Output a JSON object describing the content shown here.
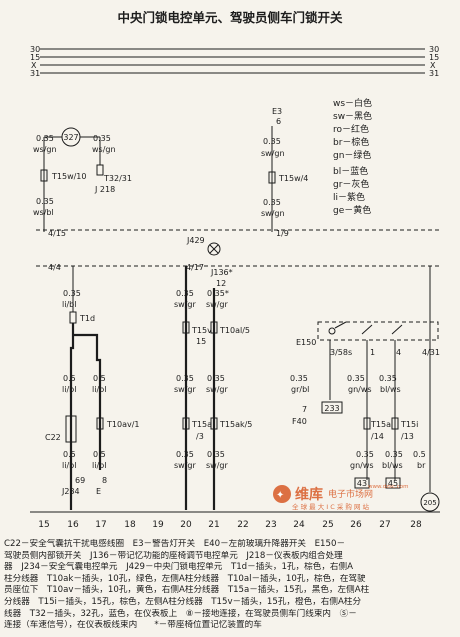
{
  "title": "中央门锁电控单元、驾驶员侧车门锁开关",
  "bus_labels": [
    "30",
    "15",
    "X",
    "31"
  ],
  "colors": {
    "ws": "ws－白色",
    "sw": "sw－黑色",
    "ro": "ro－红色",
    "br": "br－棕色",
    "gn": "gn－绿色",
    "bl": "bl－蓝色",
    "gr": "gr－灰色",
    "li": "li－紫色",
    "ge": "ge－黄色"
  },
  "labels": {
    "c327": "327",
    "w035a": "0.35",
    "wsgn_a": "ws/gn",
    "w035b": "0.35",
    "wsgn_b": "ws/gn",
    "t15w10": "T15w/10",
    "t32_31": "T32/31",
    "j218": "J 218",
    "w035c": "0.35",
    "wsbl": "ws/bl",
    "pin415": "4/15",
    "e3": "E3",
    "e3_6": "6",
    "e3_035": "0.35",
    "e3_swgn": "sw/gn",
    "t15w4": "T15w/4",
    "e3_035b": "0.35",
    "e3_swgn_b": "sw/gn",
    "pin19": "1/9",
    "j429": "J429",
    "pin44": "4/4",
    "l035a": "0.35",
    "libl_a": "li/bl",
    "t1d": "T1d",
    "l05a": "0.5",
    "libl_b": "li/bl",
    "l05b": "0.5",
    "libl_c": "li/bl",
    "t10av1": "T10av/1",
    "c22": "C22",
    "l05c": "0.5",
    "libl_d": "li/bl",
    "l05d": "0.5",
    "libl_e": "li/bl",
    "n69": "69",
    "j234": "J234",
    "n8": "8",
    "e": "E",
    "pin417": "4/17",
    "j136": "J136*",
    "n12": "12",
    "r035a": "0.35",
    "swgr_a": "sw/gr",
    "r035b": "0.35*",
    "swgr_b": "sw/gr",
    "t15v15": "T15v",
    "t15v15b": "15",
    "t10al5": "T10al/5",
    "r035c": "0.35",
    "swgr_c": "sw/gr",
    "r035d": "0.35",
    "swgr_d": "sw/gr",
    "t15a3": "T15a",
    "t15a3b": "/3",
    "t15ak5": "T15ak/5",
    "r035e": "0.35",
    "swgr_e": "sw/gr",
    "r035f": "0.35",
    "swgr_f": "sw/gr",
    "e150": "E150",
    "pin358": "3/58s",
    "n1": "1",
    "n4": "4",
    "pin431": "4/31",
    "s035a": "0.35",
    "grbl": "gr/bl",
    "n7": "7",
    "f40": "F40",
    "b233": "233",
    "s035b": "0.35",
    "gnws_a": "gn/ws",
    "s035c": "0.35",
    "blws_a": "bl/ws",
    "t15a14": "T15a",
    "t15a14b": "/14",
    "t15i": "T15i",
    "t15ib": "/13",
    "s035d": "0.35",
    "gnws_b": "gn/ws",
    "s035e": "0.35",
    "blws_b": "bl/ws",
    "s05": "0.5",
    "sbr": "br",
    "b43": "43",
    "b45": "45",
    "c205": "205"
  },
  "columns": [
    "15",
    "16",
    "17",
    "18",
    "19",
    "20",
    "21",
    "22",
    "23",
    "24",
    "25",
    "26",
    "27",
    "28"
  ],
  "watermark": {
    "brand": "维库",
    "brand2": "电子市场网",
    "sub": "全 球 最 大 I C 采 购 网 站",
    "url": "www.dzsc.com"
  },
  "legend": [
    "C22－安全气囊抗干扰电感线圈　E3－警告灯开关　E40－左前玻璃升降器开关　E150－",
    "驾驶员侧内部锁开关　J136－带记忆功能的座椅调节电控单元　J218－仪表板内组合处理",
    "器　J234－安全气囊电控单元　J429－中央门锁电控单元　T1d－插头，1孔，棕色，右侧A",
    "柱分线器　T10ak－插头，10孔，绿色，左侧A柱分线器　T10al－插头，10孔，棕色，在驾驶",
    "员座位下　T10av－插头，10孔，黄色，右侧A柱分线器　T15a－插头，15孔，黑色，左侧A柱",
    "分线器　T15i－插头，15孔，棕色，左侧A柱分线器　T15v－插头，15孔，橙色，右侧A柱分",
    "线器　T32－插头，32孔，蓝色，在仪表板上　⑧－接地连接，在驾驶员侧车门线束内　Ⓢ－",
    "连接（车速信号），在仪表板线束内　　*－带座椅位置记忆装置的车"
  ]
}
